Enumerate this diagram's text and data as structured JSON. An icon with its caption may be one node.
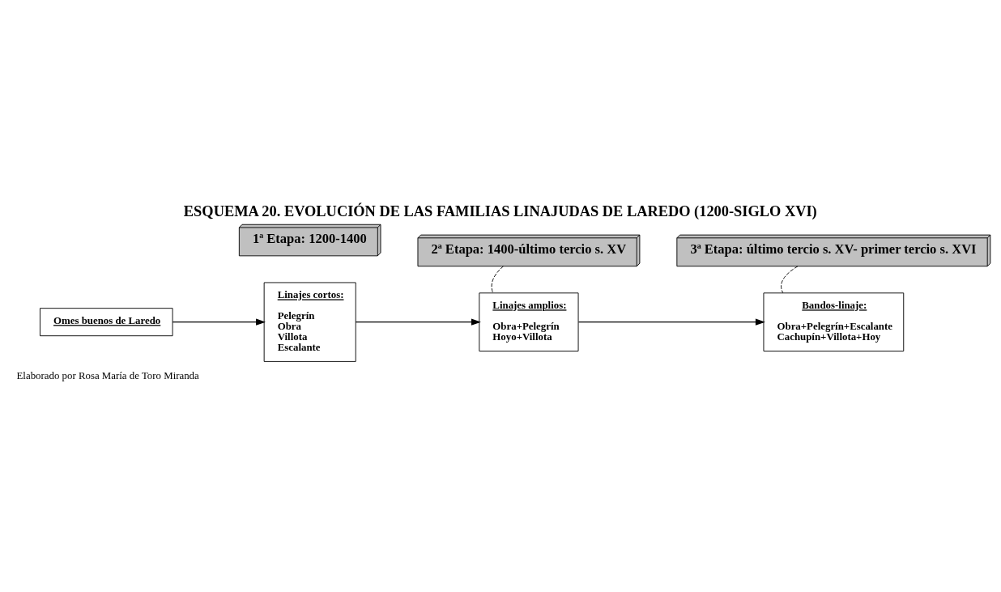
{
  "diagram": {
    "title": "ESQUEMA 20. EVOLUCIÓN DE LAS FAMILIAS LINAJUDAS DE LAREDO (1200-SIGLO XVI)",
    "caption": "Elaborado por Rosa María de Toro Miranda",
    "nodes": [
      {
        "text": [
          "1ª Etapa: 1200-1400"
        ]
      },
      {
        "text": [
          "2ª Etapa: 1400-último tercio s. XV"
        ]
      },
      {
        "text": [
          "3ª Etapa: último tercio s. XV- primer tercio s. XVI"
        ]
      },
      {
        "text": [
          "Omes buenos de Laredo"
        ]
      },
      {
        "text": [
          "Linajes cortos:",
          "Pelegrín",
          "Obra",
          "Villota",
          "Escalante"
        ]
      },
      {
        "text": [
          "Linajes amplios:",
          "Obra+Pelegrín",
          "Hoyo+Villota"
        ]
      },
      {
        "text": [
          "Bandos-linaje:",
          "Obra+Pelegrín+Escalante",
          "Cachupín+Villota+Hoy"
        ]
      }
    ],
    "edges": [
      {
        "from": 3,
        "to": 4,
        "arrow": "to"
      },
      {
        "from": 4,
        "to": 5,
        "arrow": "to"
      },
      {
        "from": 5,
        "to": 6,
        "arrow": "to"
      },
      {
        "from": 1,
        "to": 5,
        "arrow": "none",
        "style": "dashed"
      },
      {
        "from": 2,
        "to": 6,
        "arrow": "none",
        "style": "dashed"
      }
    ]
  }
}
